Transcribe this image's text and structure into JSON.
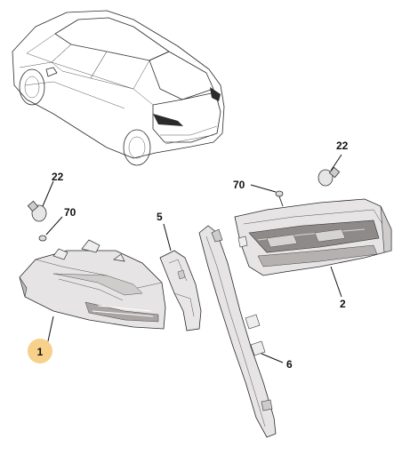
{
  "colors": {
    "highlight_badge": "#f7d08a",
    "lamp_body": "#e4e2e2",
    "lamp_lens": "#cfcccc",
    "lamp_dark": "#8e8a8a",
    "car_outline": "#3a3a3a"
  },
  "callouts": {
    "lamp_left": "1",
    "lamp_right": "2",
    "bracket_upper": "5",
    "bracket_lower": "6",
    "bulb_left": "22",
    "bulb_right": "22",
    "nut_left": "70",
    "nut_right": "70"
  },
  "icons": {
    "vehicle": "vehicle-rear-view-icon",
    "bulb": "bulb-icon",
    "nut": "nut-icon"
  }
}
